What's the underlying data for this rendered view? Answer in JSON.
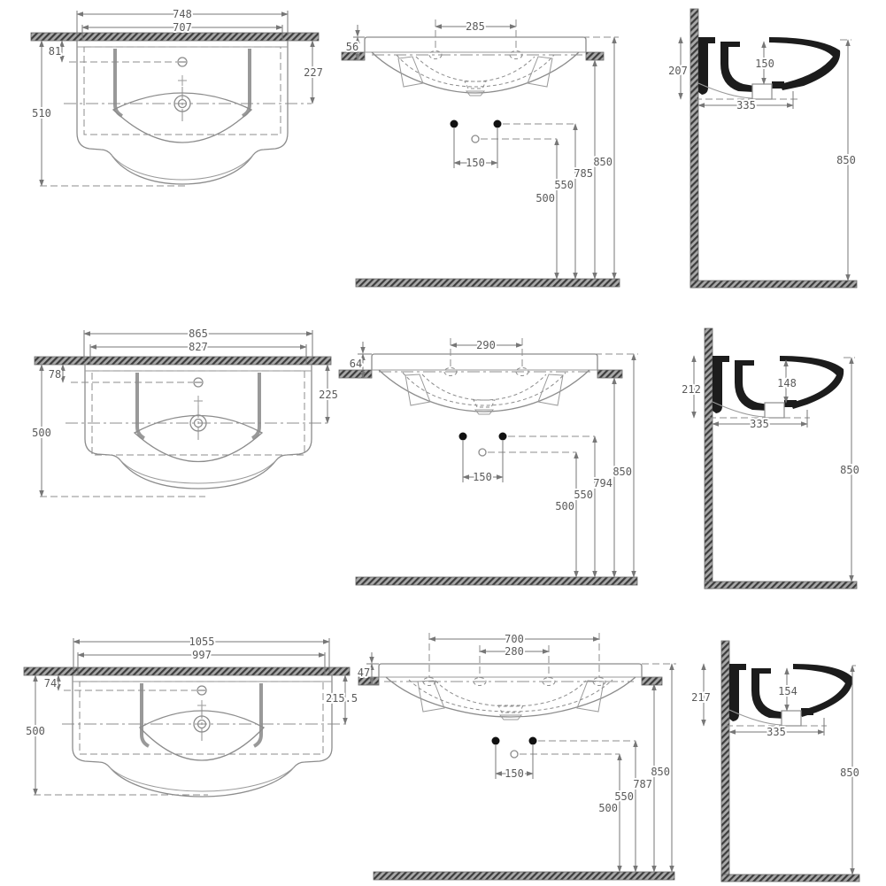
{
  "page": {
    "background": "#ffffff"
  },
  "drawing": {
    "kind": "washbasin-installation-dimension-drawing",
    "rows": [
      {
        "plan": {
          "overall_width": "748",
          "bowl_width": "707",
          "wall_offset": "81",
          "overall_depth": "510",
          "tap_axis": "227"
        },
        "front": {
          "hole_span": "285",
          "rim_drop": "56",
          "fixing_span": "150",
          "h_500": "500",
          "h_550": "550",
          "h_fix": "785",
          "h_rim": "850"
        },
        "side": {
          "section_height": "207",
          "bowl_depth": "150",
          "projection": "335",
          "rim_height": "850"
        }
      },
      {
        "plan": {
          "overall_width": "865",
          "bowl_width": "827",
          "wall_offset": "78",
          "overall_depth": "500",
          "tap_axis": "225"
        },
        "front": {
          "hole_span": "290",
          "rim_drop": "64",
          "fixing_span": "150",
          "h_500": "500",
          "h_550": "550",
          "h_fix": "794",
          "h_rim": "850"
        },
        "side": {
          "section_height": "212",
          "bowl_depth": "148",
          "projection": "335",
          "rim_height": "850"
        }
      },
      {
        "plan": {
          "overall_width": "1055",
          "bowl_width": "997",
          "wall_offset": "74",
          "overall_depth": "500",
          "tap_axis": "215.5"
        },
        "front": {
          "tap_span": "700",
          "hole_span": "280",
          "rim_drop": "47",
          "fixing_span": "150",
          "h_500": "500",
          "h_550": "550",
          "h_fix": "787",
          "h_rim": "850"
        },
        "side": {
          "section_height": "217",
          "bowl_depth": "154",
          "projection": "335",
          "rim_height": "850"
        }
      }
    ]
  }
}
